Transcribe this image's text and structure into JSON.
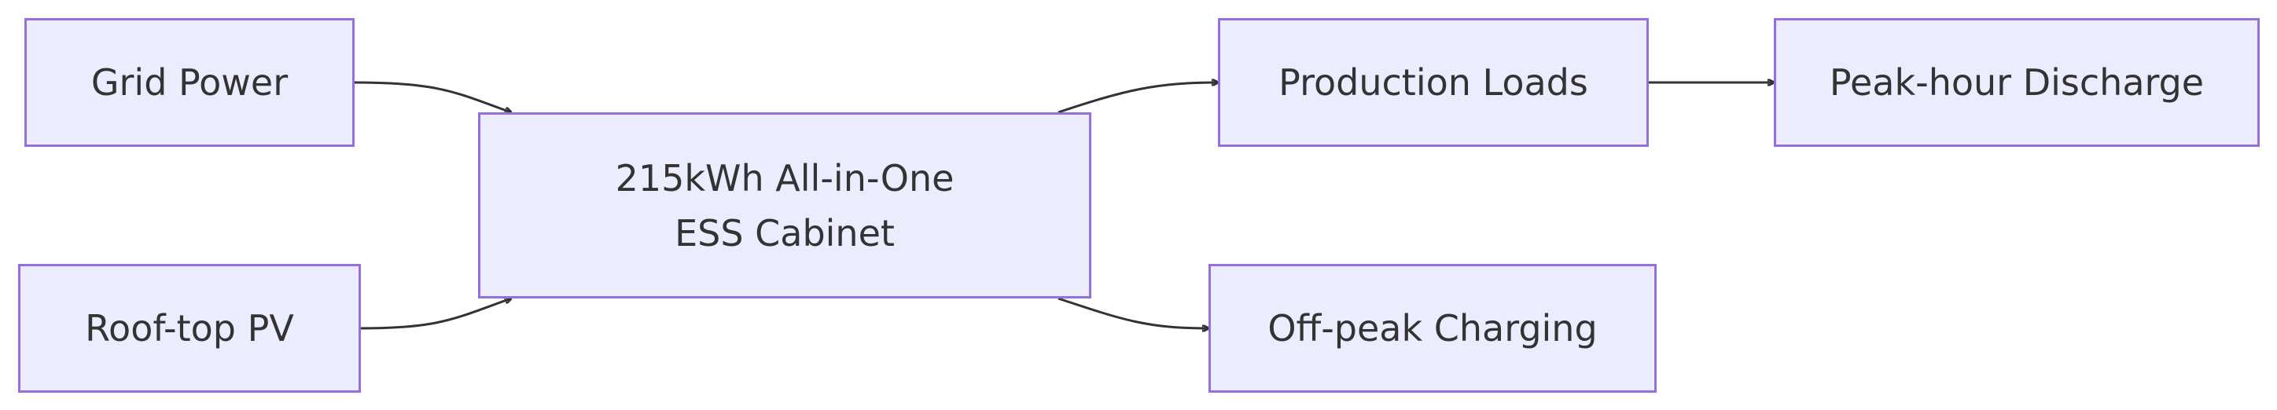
{
  "diagram": {
    "nodes": {
      "grid_power": "Grid Power",
      "rooftop_pv": "Roof-top PV",
      "ess_cabinet": "215kWh All-in-One ESS Cabinet",
      "production_loads": "Production Loads",
      "peak_discharge": "Peak-hour Discharge",
      "offpeak_charging": "Off-peak Charging"
    },
    "edges": [
      {
        "from": "grid_power",
        "to": "ess_cabinet"
      },
      {
        "from": "rooftop_pv",
        "to": "ess_cabinet"
      },
      {
        "from": "ess_cabinet",
        "to": "production_loads"
      },
      {
        "from": "ess_cabinet",
        "to": "offpeak_charging"
      },
      {
        "from": "production_loads",
        "to": "peak_discharge"
      }
    ]
  },
  "colors": {
    "node_fill": "#ECECFF",
    "node_border": "#9370DB",
    "text": "#333333",
    "edge": "#333333"
  }
}
